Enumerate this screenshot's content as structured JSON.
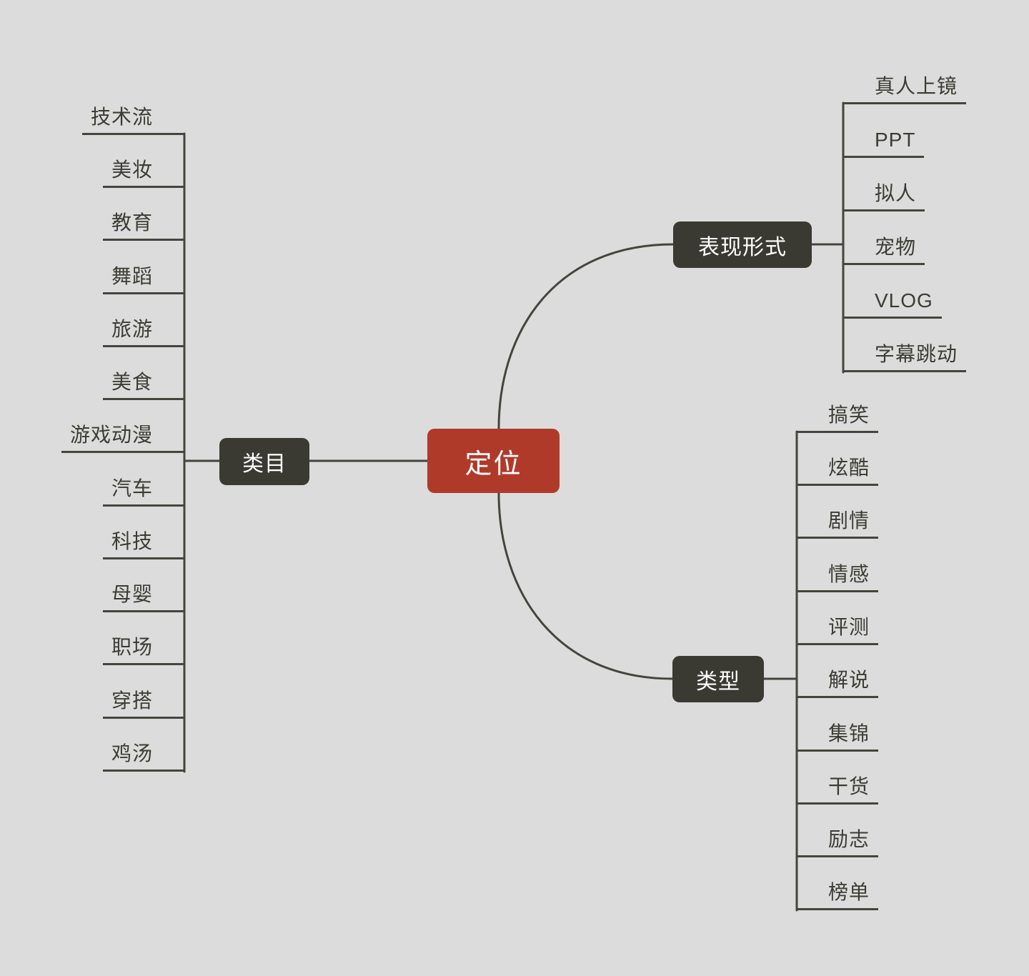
{
  "root": {
    "label": "定位"
  },
  "branches": [
    {
      "label": "类目",
      "children": [
        "技术流",
        "美妆",
        "教育",
        "舞蹈",
        "旅游",
        "美食",
        "游戏动漫",
        "汽车",
        "科技",
        "母婴",
        "职场",
        "穿搭",
        "鸡汤"
      ]
    },
    {
      "label": "表现形式",
      "children": [
        "真人上镜",
        "PPT",
        "拟人",
        "宠物",
        "VLOG",
        "字幕跳动"
      ]
    },
    {
      "label": "类型",
      "children": [
        "搞笑",
        "炫酷",
        "剧情",
        "情感",
        "评测",
        "解说",
        "集锦",
        "干货",
        "励志",
        "榜单"
      ]
    }
  ],
  "colors": {
    "background": "#dcdcdc",
    "node_dark": "#3a3a32",
    "root_red": "#b03a2a",
    "line": "#45453e",
    "text_light": "#ffffff",
    "text_dark": "#3c3c35"
  }
}
